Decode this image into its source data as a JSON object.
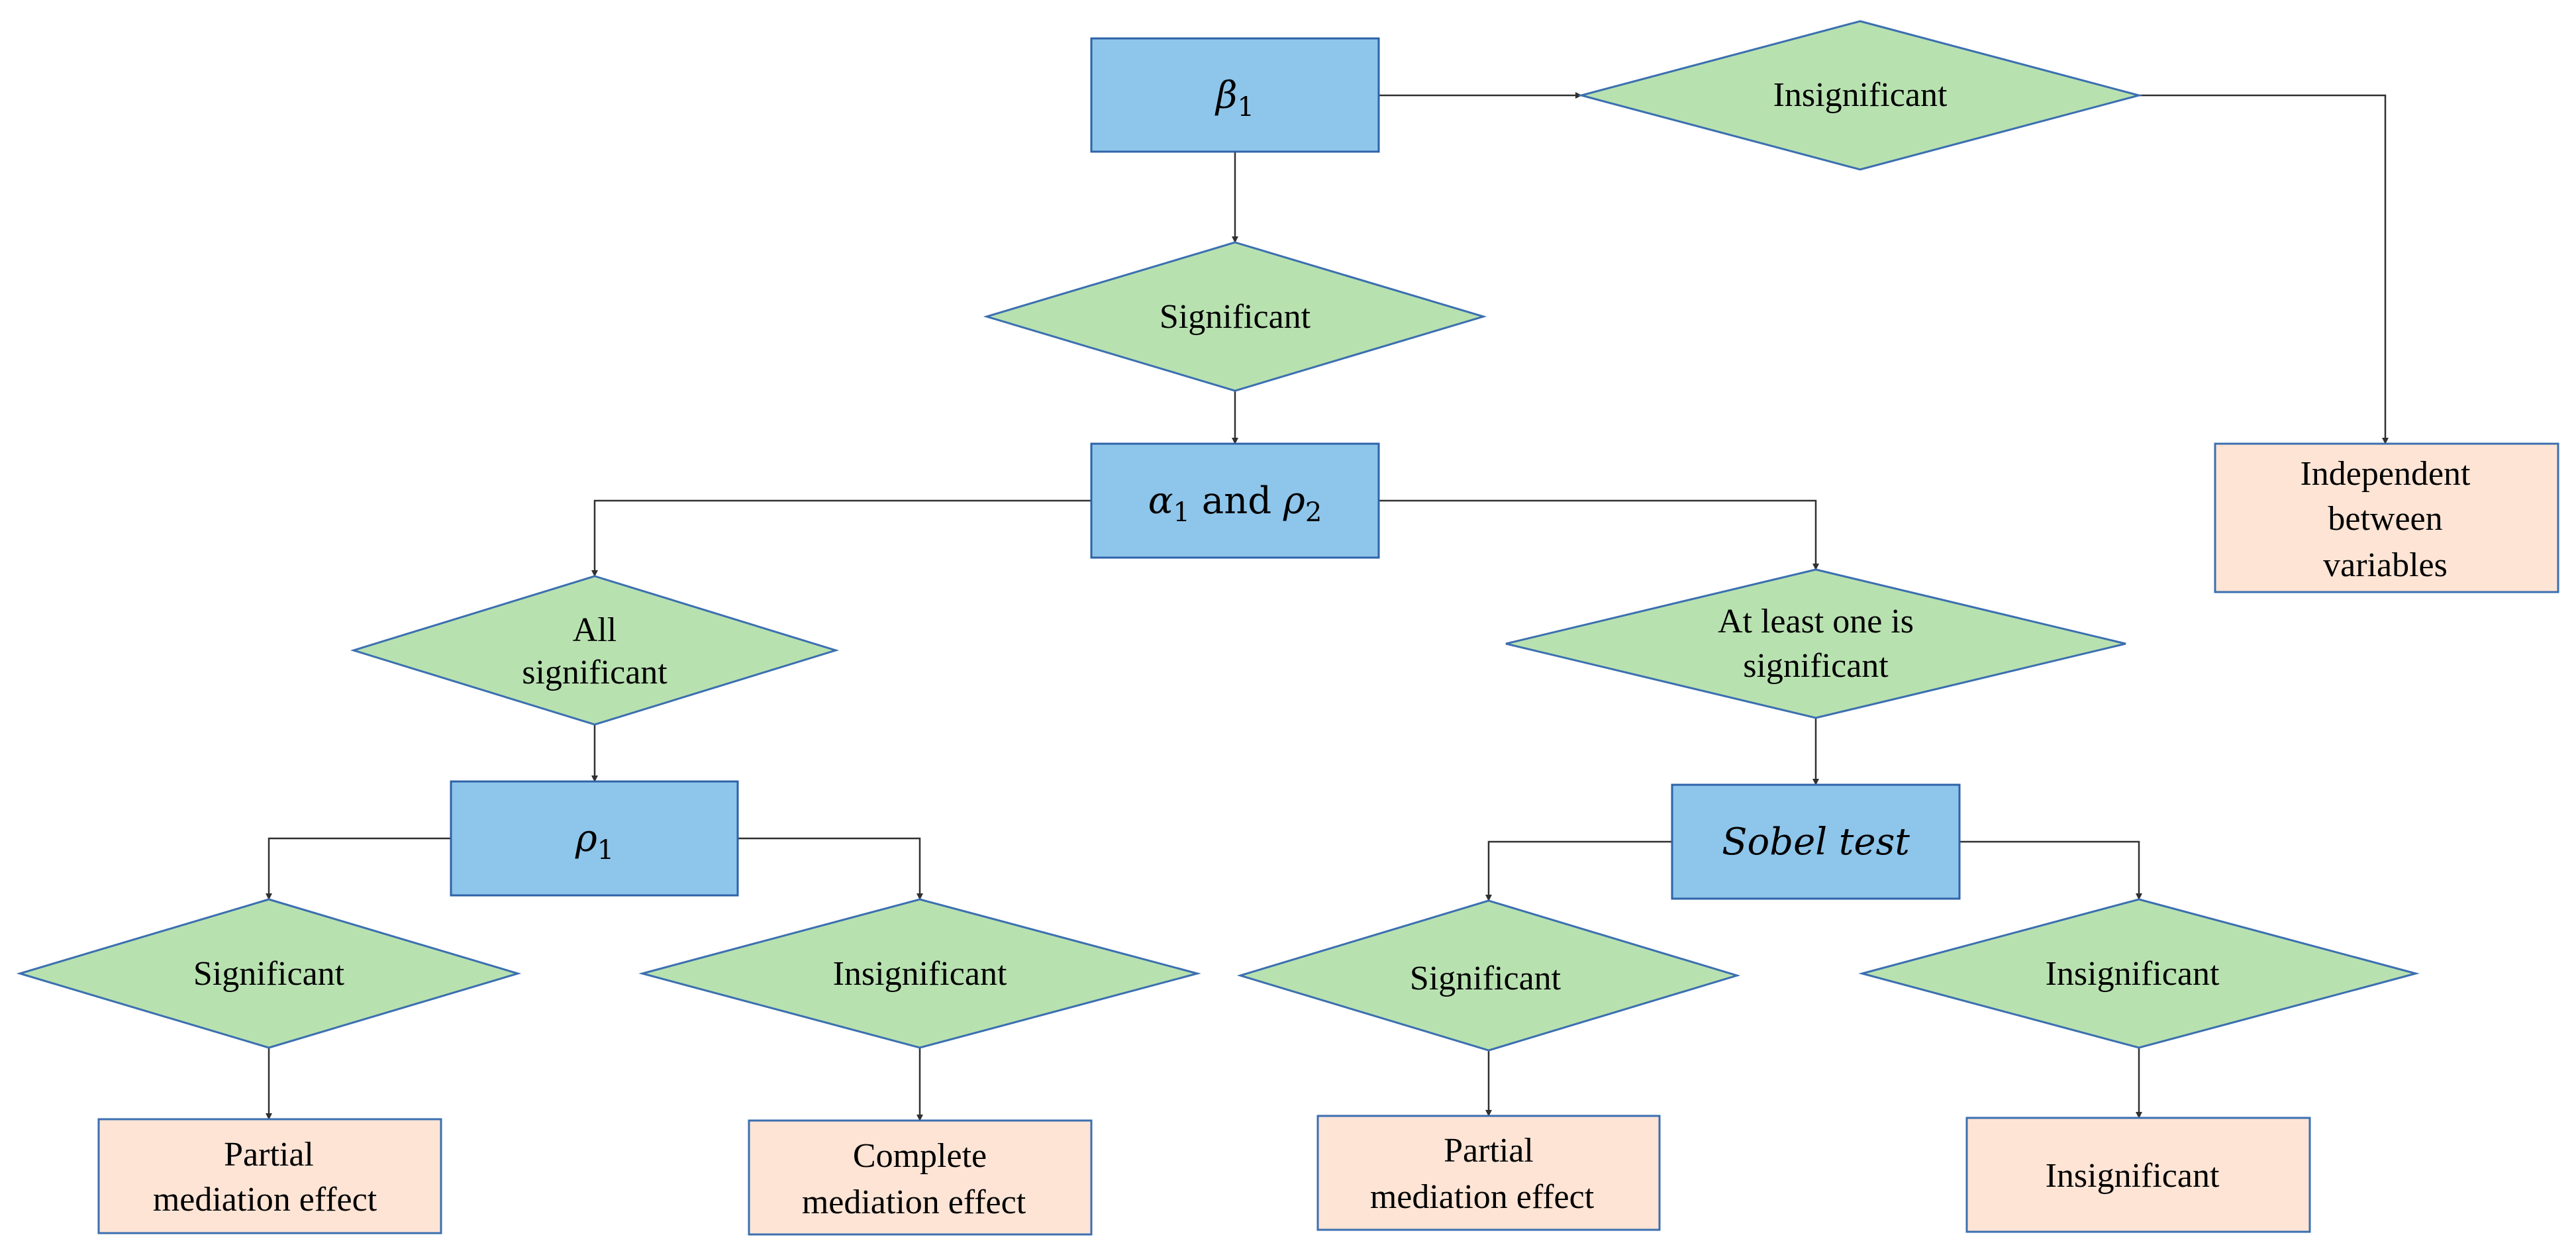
{
  "colors": {
    "process_fill": "#8EC5EA",
    "process_stroke": "#2E63A8",
    "decision_fill": "#B8E1B0",
    "decision_stroke": "#3B6FB0",
    "result_fill": "#FDE4D5",
    "result_stroke": "#3B6FB0",
    "connector": "#303030"
  },
  "nodes": {
    "beta1": {
      "symbol": "β",
      "subscript": "1"
    },
    "top_insignificant": {
      "label": "Insignificant"
    },
    "top_significant": {
      "label": "Significant"
    },
    "independent": {
      "lines": [
        "Independent",
        "between",
        "variables"
      ]
    },
    "alpha_rho": {
      "symbol_a": "α",
      "sub_a": "1",
      "joiner": " and ",
      "symbol_b": "ρ",
      "sub_b": "2"
    },
    "all_significant": {
      "lines": [
        "All",
        "significant"
      ]
    },
    "at_least_one": {
      "lines": [
        "At least one is",
        "significant"
      ]
    },
    "rho1": {
      "symbol": "ρ",
      "subscript": "1"
    },
    "sobel": {
      "label": "Sobel test"
    },
    "left_significant": {
      "label": "Significant"
    },
    "left_insignificant": {
      "label": "Insignificant"
    },
    "right_significant": {
      "label": "Significant"
    },
    "right_insignificant": {
      "label": "Insignificant"
    },
    "partial_left": {
      "lines": [
        "Partial",
        "mediation effect"
      ]
    },
    "complete": {
      "lines": [
        "Complete",
        "mediation effect"
      ]
    },
    "partial_right": {
      "lines": [
        "Partial",
        "mediation effect"
      ]
    },
    "insignificant_result": {
      "label": "Insignificant"
    }
  }
}
